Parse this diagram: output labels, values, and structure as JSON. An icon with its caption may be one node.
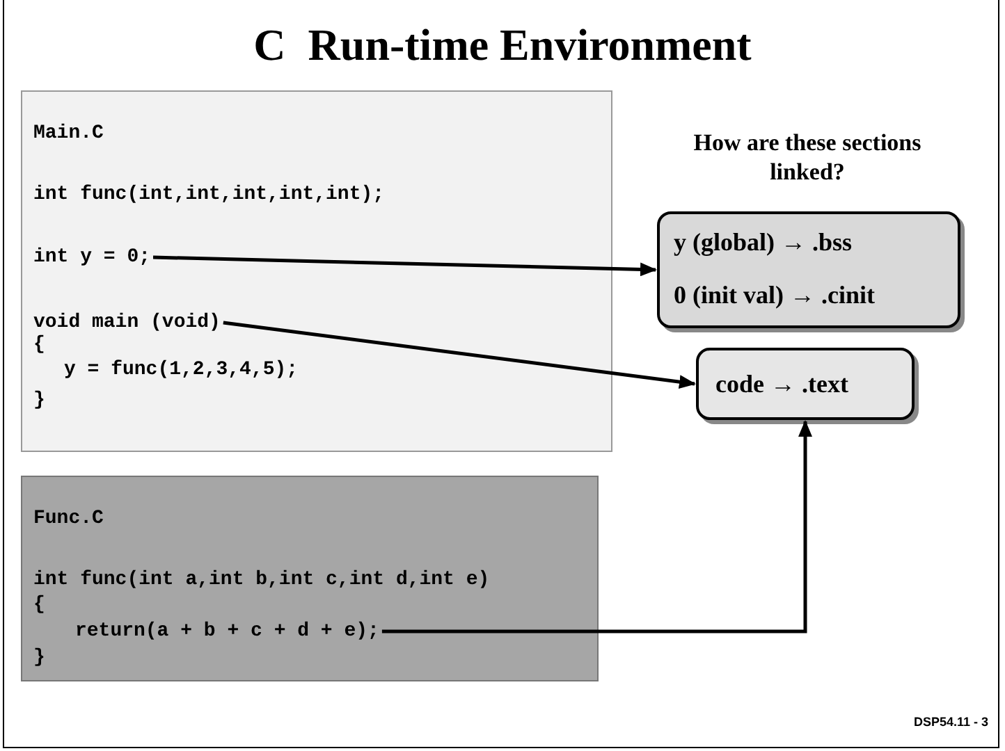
{
  "diagram": {
    "title": "C  Run-time Environment",
    "nodes": [
      {
        "text": [
          "Main.C",
          "int func(int,int,int,int,int);",
          "{",
          "y = func(1,2,3,4,5);",
          "}"
        ]
      },
      {
        "text": [
          "int y = 0;"
        ],
        "in": 0
      },
      {
        "text": [
          "void main (void)"
        ],
        "in": 0
      },
      {
        "text": [
          "Func.C",
          "int func(int a,int b,int c,int d,int e)",
          "{",
          "}"
        ]
      },
      {
        "text": [
          "return(a + b + c + d + e);"
        ],
        "in": 3
      },
      {
        "text": [
          "y (global) → .bss",
          "0 (init val) → .cinit"
        ]
      },
      {
        "text": [
          "code → .text"
        ]
      }
    ],
    "edges": [
      {
        "from": 1,
        "to": 5,
        "arrow": "to"
      },
      {
        "from": 2,
        "to": 6,
        "arrow": "to"
      },
      {
        "from": 4,
        "to": 6,
        "arrow": "to"
      }
    ],
    "labels": [
      "How are these sections linked?",
      "DSP54.11 - 3"
    ]
  }
}
